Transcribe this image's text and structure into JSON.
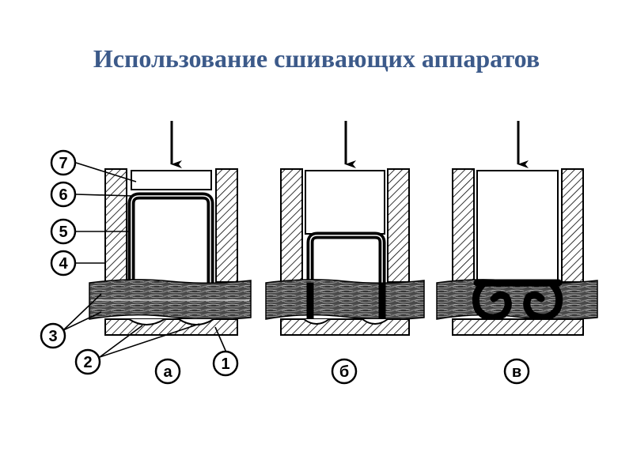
{
  "title": "Использование сшивающих аппаратов",
  "callouts": [
    "7",
    "6",
    "5",
    "4",
    "3",
    "2",
    "1"
  ],
  "panels": [
    "а",
    "б",
    "в"
  ]
}
